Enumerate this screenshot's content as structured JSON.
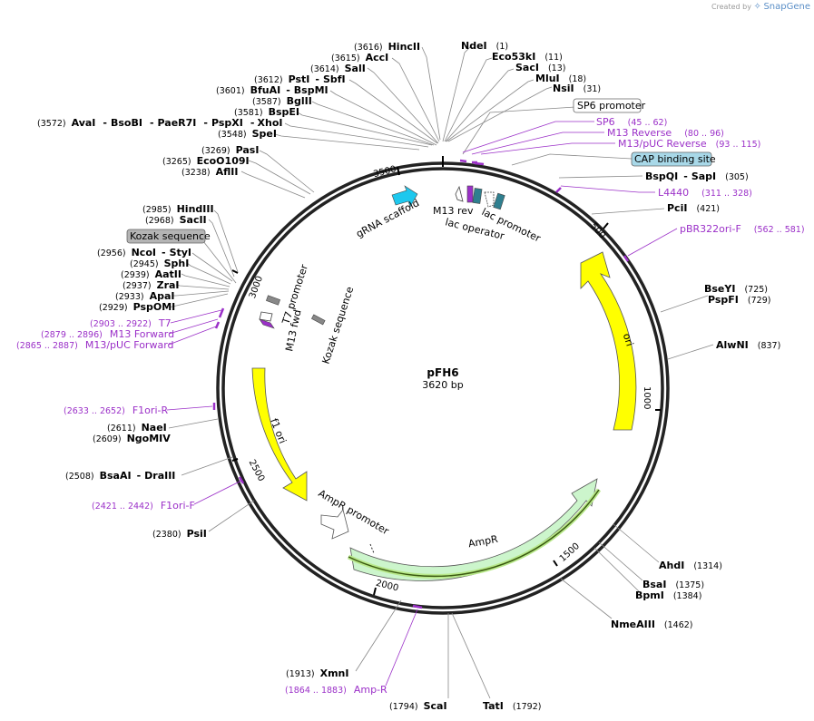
{
  "credit": {
    "prefix": "Created by",
    "brand": "SnapGene"
  },
  "plasmid": {
    "name": "pFH6",
    "length_label": "3620 bp",
    "length": 3620
  },
  "ticks": [
    "500",
    "1000",
    "1500",
    "2000",
    "2500",
    "3000",
    "3500"
  ],
  "enzymes": [
    {
      "name": "HincII",
      "pos": "(3616)"
    },
    {
      "name": "AccI",
      "pos": "(3615)"
    },
    {
      "name": "SalI",
      "pos": "(3614)"
    },
    {
      "name": "PstI",
      "name2": "SbfI",
      "pos": "(3612)"
    },
    {
      "name": "BfuAI",
      "name2": "BspMI",
      "pos": "(3601)"
    },
    {
      "name": "BglII",
      "pos": "(3587)"
    },
    {
      "name": "BspEI",
      "pos": "(3581)"
    },
    {
      "name": "AvaI",
      "name2": "BsoBI",
      "name3": "PaeR7I",
      "name4": "PspXI",
      "name5": "XhoI",
      "pos": "(3572)"
    },
    {
      "name": "SpeI",
      "pos": "(3548)"
    },
    {
      "name": "PasI",
      "pos": "(3269)"
    },
    {
      "name": "EcoO109I",
      "pos": "(3265)"
    },
    {
      "name": "AflII",
      "pos": "(3238)"
    },
    {
      "name": "HindIII",
      "pos": "(2985)"
    },
    {
      "name": "SacII",
      "pos": "(2968)"
    },
    {
      "name": "NcoI",
      "name2": "StyI",
      "pos": "(2956)"
    },
    {
      "name": "SphI",
      "pos": "(2945)"
    },
    {
      "name": "AatII",
      "pos": "(2939)"
    },
    {
      "name": "ZraI",
      "pos": "(2937)"
    },
    {
      "name": "ApaI",
      "pos": "(2933)"
    },
    {
      "name": "PspOMI",
      "pos": "(2929)"
    },
    {
      "name": "NaeI",
      "pos": "(2611)"
    },
    {
      "name": "NgoMIV",
      "pos": "(2609)"
    },
    {
      "name": "BsaAI",
      "name2": "DraIII",
      "pos": "(2508)"
    },
    {
      "name": "PsiI",
      "pos": "(2380)"
    },
    {
      "name": "XmnI",
      "pos": "(1913)"
    },
    {
      "name": "ScaI",
      "pos": "(1794)"
    },
    {
      "name": "TatI",
      "pos": "(1792)"
    },
    {
      "name": "NmeAIII",
      "pos": "(1462)"
    },
    {
      "name": "BpmI",
      "pos": "(1384)"
    },
    {
      "name": "BsaI",
      "pos": "(1375)"
    },
    {
      "name": "AhdI",
      "pos": "(1314)"
    },
    {
      "name": "AlwNI",
      "pos": "(837)"
    },
    {
      "name": "PspFI",
      "pos": "(729)"
    },
    {
      "name": "BseYI",
      "pos": "(725)"
    },
    {
      "name": "PciI",
      "pos": "(421)"
    },
    {
      "name": "BspQI",
      "name2": "SapI",
      "pos": "(305)"
    },
    {
      "name": "NsiI",
      "pos": "(31)"
    },
    {
      "name": "MluI",
      "pos": "(18)"
    },
    {
      "name": "SacI",
      "pos": "(13)"
    },
    {
      "name": "Eco53kI",
      "pos": "(11)"
    },
    {
      "name": "NdeI",
      "pos": "(1)"
    }
  ],
  "primers": [
    {
      "name": "SP6",
      "range": "(45 .. 62)"
    },
    {
      "name": "M13 Reverse",
      "range": "(80 .. 96)"
    },
    {
      "name": "M13/pUC Reverse",
      "range": "(93 .. 115)"
    },
    {
      "name": "L4440",
      "range": "(311 .. 328)"
    },
    {
      "name": "pBR322ori-F",
      "range": "(562 .. 581)"
    },
    {
      "name": "T7",
      "range": "(2903 .. 2922)"
    },
    {
      "name": "M13 Forward",
      "range": "(2879 .. 2896)"
    },
    {
      "name": "M13/pUC Forward",
      "range": "(2865 .. 2887)"
    },
    {
      "name": "F1ori-R",
      "range": "(2633 .. 2652)"
    },
    {
      "name": "F1ori-F",
      "range": "(2421 .. 2442)"
    },
    {
      "name": "Amp-R",
      "range": "(1864 .. 1883)"
    }
  ],
  "boxed_labels": {
    "sp6_promoter": "SP6 promoter",
    "cap_binding_site": "CAP binding site",
    "kozak_sequence": "Kozak sequence"
  },
  "features": {
    "grna_scaffold": "gRNA scaffold",
    "m13_rev": "M13 rev",
    "lac_operator": "lac operator",
    "lac_promoter": "lac promoter",
    "ori": "ori",
    "f1_ori": "f1 ori",
    "ampr_promoter": "AmpR promoter",
    "ampr": "AmpR",
    "t7_promoter": "T7 promoter",
    "m13_fwd": "M13 fwd",
    "kozak_sequence_inner": "Kozak sequence"
  },
  "colors": {
    "primer": "#9b30c8",
    "ori": "#ffff00",
    "ampr": "#ccf5cc",
    "grna": "#1ec8ee",
    "lac_operator": "#2f7f8f",
    "cap_box": "#a8d8e8",
    "kozak_box": "#b4b4b4"
  }
}
